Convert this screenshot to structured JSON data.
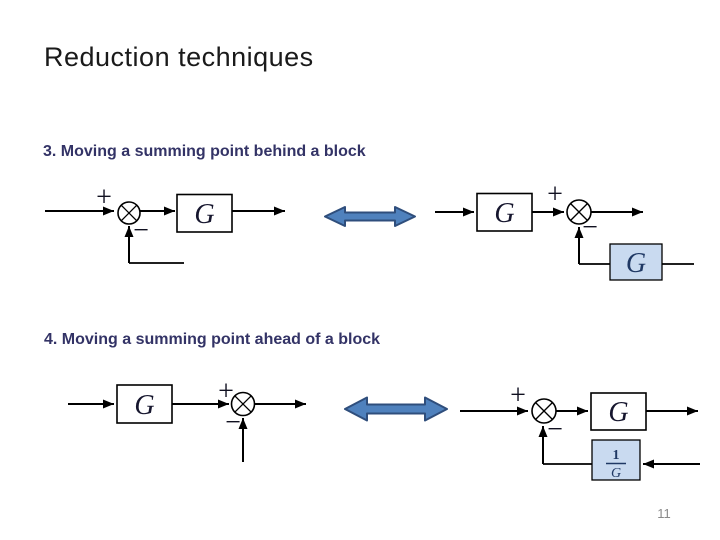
{
  "slide": {
    "title": "Reduction techniques",
    "page_number": "11"
  },
  "sections": [
    {
      "heading": "3. Moving a summing point behind a block"
    },
    {
      "heading": "4. Moving a summing point ahead of a block"
    }
  ],
  "diagrams": {
    "s3_left": {
      "input_plus": "+",
      "feedback_minus": "−",
      "block_label": "G"
    },
    "s3_right": {
      "input_plus": "+",
      "feedback_minus": "−",
      "block_label": "G",
      "feedback_block_label": "G"
    },
    "s4_left": {
      "input_plus": "+",
      "feedback_minus": "−",
      "block_label": "G"
    },
    "s4_right": {
      "input_plus": "+",
      "feedback_minus": "−",
      "block_label": "G",
      "feedback_block_numerator": "1",
      "feedback_block_denominator": "G"
    }
  },
  "colors": {
    "heading_text": "#333366",
    "equivalence_arrow_fill": "#4F81BD",
    "equivalence_arrow_border": "#2F4E7C",
    "shaded_block_fill": "#C9DAF0",
    "shaded_block_text": "#1F3864",
    "page_number_text": "#8a8a8a"
  }
}
